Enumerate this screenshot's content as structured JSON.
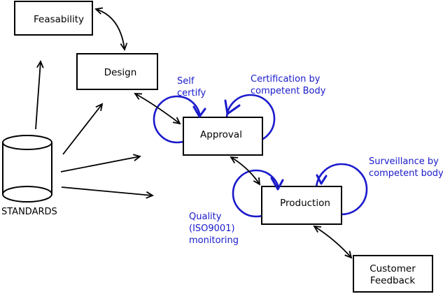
{
  "nodes": {
    "feasibility": {
      "label": "Feasability"
    },
    "design": {
      "label": "Design"
    },
    "approval": {
      "label": "Approval"
    },
    "production": {
      "label": "Production"
    },
    "customer_feedback": {
      "line1": "Customer",
      "line2": "Feedback"
    },
    "standards": {
      "label": "STANDARDS"
    }
  },
  "annotations": {
    "self_certify": {
      "line1": "Self",
      "line2": "certify"
    },
    "certification": {
      "line1": "Certification by",
      "line2": "competent Body"
    },
    "surveillance": {
      "line1": "Surveillance by",
      "line2": "competent body"
    },
    "quality": {
      "line1": "Quality",
      "line2": "(ISO9001)",
      "line3": "monitoring"
    }
  },
  "colors": {
    "line_black": "#000000",
    "annotation_blue": "#1a1acc",
    "background": "#ffffff"
  }
}
